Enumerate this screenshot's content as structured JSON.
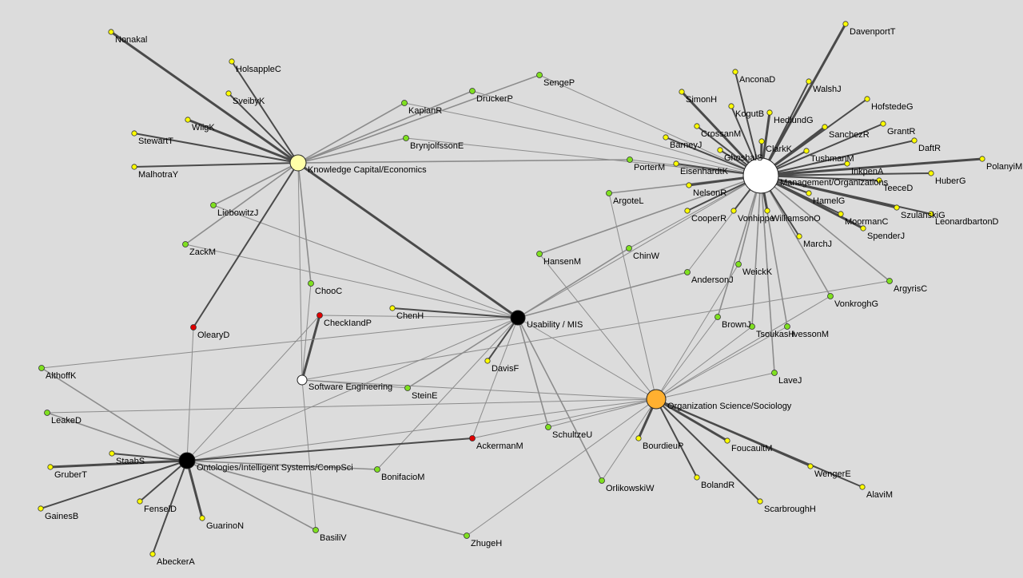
{
  "colors": {
    "background": "#dcdcdc",
    "single_hub_node": "#ffff00",
    "multi_hub_node": "#7fe020",
    "bridge_node": "#e00000",
    "edge_strong": "#4a4a4a",
    "edge_weak": "#8c8c8c"
  },
  "hubs": [
    {
      "id": "KC",
      "label": "Knowledge Capital/Economics",
      "color": "#ffffa8"
    },
    {
      "id": "MO",
      "label": "Management/Organizations",
      "color": "#ffffff"
    },
    {
      "id": "UM",
      "label": "Usability / MIS",
      "color": "#000000"
    },
    {
      "id": "OS",
      "label": "Organization Science/Sociology",
      "color": "#ffb030"
    },
    {
      "id": "ON",
      "label": "Ontologies/Intelligent Systems/CompSci",
      "color": "#000000"
    },
    {
      "id": "SE",
      "label": "Software Engineering",
      "color": "#ffffff"
    }
  ],
  "nodes": [
    {
      "id": "Nonakal",
      "label": "Nonakal",
      "type": "single",
      "links": [
        "UM"
      ]
    },
    {
      "id": "HolsappleC",
      "label": "HolsappleC",
      "type": "single",
      "links": [
        "KC"
      ]
    },
    {
      "id": "SveibyK",
      "label": "SveibyK",
      "type": "single",
      "links": [
        "KC"
      ]
    },
    {
      "id": "WiigK",
      "label": "WiigK",
      "type": "single",
      "links": [
        "KC"
      ]
    },
    {
      "id": "StewartT",
      "label": "StewartT",
      "type": "single",
      "links": [
        "KC"
      ]
    },
    {
      "id": "MalhotraY",
      "label": "MalhotraY",
      "type": "single",
      "links": [
        "KC"
      ]
    },
    {
      "id": "LiebowitzJ",
      "label": "LiebowitzJ",
      "type": "multi",
      "links": [
        "KC",
        "UM"
      ]
    },
    {
      "id": "ZackM",
      "label": "ZackM",
      "type": "multi",
      "links": [
        "KC",
        "UM"
      ]
    },
    {
      "id": "KaplanR",
      "label": "KaplanR",
      "type": "multi",
      "links": [
        "KC",
        "MO"
      ]
    },
    {
      "id": "DruckerP",
      "label": "DruckerP",
      "type": "multi",
      "links": [
        "KC",
        "MO"
      ]
    },
    {
      "id": "SengeP",
      "label": "SengeP",
      "type": "multi",
      "links": [
        "KC",
        "MO"
      ]
    },
    {
      "id": "BrynjolfssonE",
      "label": "BrynjolfssonE",
      "type": "multi",
      "links": [
        "KC",
        "MO"
      ]
    },
    {
      "id": "PorterM",
      "label": "PorterM",
      "type": "multi",
      "links": [
        "KC",
        "MO"
      ]
    },
    {
      "id": "EisenhardtK",
      "label": "EisenhardtK",
      "type": "single",
      "links": [
        "MO"
      ]
    },
    {
      "id": "ChooC",
      "label": "ChooC",
      "type": "multi",
      "links": [
        "KC",
        "SE"
      ]
    },
    {
      "id": "CheckIandP",
      "label": "CheckIandP",
      "type": "bridge",
      "links": [
        "SE",
        "ON",
        "UM"
      ]
    },
    {
      "id": "OlearyD",
      "label": "OlearyD",
      "type": "bridge",
      "links": [
        "KC",
        "ON"
      ]
    },
    {
      "id": "ChenH",
      "label": "ChenH",
      "type": "single",
      "links": [
        "UM"
      ]
    },
    {
      "id": "AlthoffK",
      "label": "AlthoffK",
      "type": "multi",
      "links": [
        "ON",
        "UM"
      ]
    },
    {
      "id": "LeakeD",
      "label": "LeakeD",
      "type": "multi",
      "links": [
        "ON",
        "OS"
      ]
    },
    {
      "id": "StaabS",
      "label": "StaabS",
      "type": "single",
      "links": [
        "ON"
      ]
    },
    {
      "id": "GruberT",
      "label": "GruberT",
      "type": "single",
      "links": [
        "ON"
      ]
    },
    {
      "id": "GainesB",
      "label": "GainesB",
      "type": "single",
      "links": [
        "ON"
      ]
    },
    {
      "id": "FenselD",
      "label": "FenselD",
      "type": "single",
      "links": [
        "ON"
      ]
    },
    {
      "id": "GuarinoN",
      "label": "GuarinoN",
      "type": "single",
      "links": [
        "ON"
      ]
    },
    {
      "id": "AbeckerA",
      "label": "AbeckerA",
      "type": "single",
      "links": [
        "ON"
      ]
    },
    {
      "id": "BasiliV",
      "label": "BasiliV",
      "type": "multi",
      "links": [
        "ON",
        "SE"
      ]
    },
    {
      "id": "BonifacioM",
      "label": "BonifacioM",
      "type": "multi",
      "links": [
        "ON",
        "UM"
      ]
    },
    {
      "id": "ZhugeH",
      "label": "ZhugeH",
      "type": "multi",
      "links": [
        "ON",
        "OS"
      ]
    },
    {
      "id": "AckermanM",
      "label": "AckermanM",
      "type": "bridge",
      "links": [
        "ON",
        "UM",
        "OS"
      ]
    },
    {
      "id": "SteinE",
      "label": "SteinE",
      "type": "multi",
      "links": [
        "UM",
        "SE"
      ]
    },
    {
      "id": "DavisF",
      "label": "DavisF",
      "type": "single",
      "links": [
        "UM"
      ]
    },
    {
      "id": "SchultzeU",
      "label": "SchultzeU",
      "type": "multi",
      "links": [
        "UM",
        "OS"
      ]
    },
    {
      "id": "OrlikowskiW",
      "label": "OrlikowskiW",
      "type": "multi",
      "links": [
        "UM",
        "OS"
      ]
    },
    {
      "id": "HansenM",
      "label": "HansenM",
      "type": "multi",
      "links": [
        "MO",
        "OS"
      ]
    },
    {
      "id": "ArgoteL",
      "label": "ArgoteL",
      "type": "multi",
      "links": [
        "MO",
        "OS"
      ]
    },
    {
      "id": "ChinW",
      "label": "ChinW",
      "type": "multi",
      "links": [
        "UM",
        "MO"
      ]
    },
    {
      "id": "AndersonJ",
      "label": "AndersonJ",
      "type": "multi",
      "links": [
        "UM",
        "MO"
      ]
    },
    {
      "id": "WeickK",
      "label": "WeickK",
      "type": "multi",
      "links": [
        "MO",
        "OS"
      ]
    },
    {
      "id": "BrownJ",
      "label": "BrownJ",
      "type": "multi",
      "links": [
        "MO",
        "OS"
      ]
    },
    {
      "id": "TsoukasH",
      "label": "TsoukasH",
      "type": "multi",
      "links": [
        "MO",
        "OS"
      ]
    },
    {
      "id": "IvessonM",
      "label": "IvessonM",
      "type": "multi",
      "links": [
        "MO",
        "OS"
      ]
    },
    {
      "id": "VonkroghG",
      "label": "VonkroghG",
      "type": "multi",
      "links": [
        "MO",
        "OS"
      ]
    },
    {
      "id": "ArgyrisC",
      "label": "ArgyrisC",
      "type": "multi",
      "links": [
        "MO",
        "SE"
      ]
    },
    {
      "id": "LaveJ",
      "label": "LaveJ",
      "type": "multi",
      "links": [
        "MO",
        "OS"
      ]
    },
    {
      "id": "BourdieuP",
      "label": "BourdieuP",
      "type": "single",
      "links": [
        "OS"
      ]
    },
    {
      "id": "BolandR",
      "label": "BolandR",
      "type": "single",
      "links": [
        "OS"
      ]
    },
    {
      "id": "ScarbroughH",
      "label": "ScarbroughH",
      "type": "single",
      "links": [
        "OS"
      ]
    },
    {
      "id": "FoucaultM",
      "label": "FoucaultM",
      "type": "single",
      "links": [
        "OS"
      ]
    },
    {
      "id": "WengerE",
      "label": "WengerE",
      "type": "single",
      "links": [
        "OS"
      ]
    },
    {
      "id": "AlaviM",
      "label": "AlaviM",
      "type": "single",
      "links": [
        "OS"
      ]
    },
    {
      "id": "DavenportT",
      "label": "DavenportT",
      "type": "single",
      "links": [
        "MO"
      ]
    },
    {
      "id": "AnconaD",
      "label": "AnconaD",
      "type": "single",
      "links": [
        "MO"
      ]
    },
    {
      "id": "WalshJ",
      "label": "WalshJ",
      "type": "single",
      "links": [
        "MO"
      ]
    },
    {
      "id": "SimonH",
      "label": "SimonH",
      "type": "single",
      "links": [
        "MO"
      ]
    },
    {
      "id": "KogutB",
      "label": "KogutB",
      "type": "single",
      "links": [
        "MO"
      ]
    },
    {
      "id": "HofstedeG",
      "label": "HofstedeG",
      "type": "single",
      "links": [
        "MO"
      ]
    },
    {
      "id": "HedlundG",
      "label": "HedlundG",
      "type": "single",
      "links": [
        "MO"
      ]
    },
    {
      "id": "GrantR",
      "label": "GrantR",
      "type": "single",
      "links": [
        "MO"
      ]
    },
    {
      "id": "CrossanM",
      "label": "CrossanM",
      "type": "single",
      "links": [
        "MO"
      ]
    },
    {
      "id": "SanchezR",
      "label": "SanchezR",
      "type": "single",
      "links": [
        "MO"
      ]
    },
    {
      "id": "DaftR",
      "label": "DaftR",
      "type": "single",
      "links": [
        "MO"
      ]
    },
    {
      "id": "BarneyJ",
      "label": "BarneyJ",
      "type": "single",
      "links": [
        "MO"
      ]
    },
    {
      "id": "ClarkK",
      "label": "ClarkK",
      "type": "single",
      "links": [
        "MO"
      ]
    },
    {
      "id": "GhoshalS",
      "label": "GhoshalS",
      "type": "single",
      "links": [
        "MO"
      ]
    },
    {
      "id": "TushmanM",
      "label": "TushmanM",
      "type": "single",
      "links": [
        "MO"
      ]
    },
    {
      "id": "PolanyiM",
      "label": "PolanyiM",
      "type": "single",
      "links": [
        "MO"
      ]
    },
    {
      "id": "InkpenA",
      "label": "InkpenA",
      "type": "single",
      "links": [
        "MO"
      ]
    },
    {
      "id": "HuberG",
      "label": "HuberG",
      "type": "single",
      "links": [
        "MO"
      ]
    },
    {
      "id": "NelsonR",
      "label": "NelsonR",
      "type": "single",
      "links": [
        "MO"
      ]
    },
    {
      "id": "TeeceD",
      "label": "TeeceD",
      "type": "single",
      "links": [
        "MO"
      ]
    },
    {
      "id": "HamelG",
      "label": "HamelG",
      "type": "single",
      "links": [
        "MO"
      ]
    },
    {
      "id": "SzulanskiG",
      "label": "SzulanskiG",
      "type": "single",
      "links": [
        "MO"
      ]
    },
    {
      "id": "LeonardbartonD",
      "label": "LeonardbartonD",
      "type": "single",
      "links": [
        "MO"
      ]
    },
    {
      "id": "MoormanC",
      "label": "MoormanC",
      "type": "single",
      "links": [
        "MO"
      ]
    },
    {
      "id": "SpenderJ",
      "label": "SpenderJ",
      "type": "single",
      "links": [
        "MO"
      ]
    },
    {
      "id": "CooperR",
      "label": "CooperR",
      "type": "single",
      "links": [
        "MO"
      ]
    },
    {
      "id": "VonhippelE",
      "label": "Vonhippe",
      "type": "single",
      "links": [
        "MO"
      ]
    },
    {
      "id": "WilliamsonO",
      "label": "WilliamsonO",
      "type": "single",
      "links": [
        "MO"
      ]
    },
    {
      "id": "MarchJ",
      "label": "MarchJ",
      "type": "single",
      "links": [
        "MO"
      ]
    }
  ],
  "hub_links": [
    [
      "KC",
      "UM"
    ],
    [
      "KC",
      "SE"
    ],
    [
      "UM",
      "OS"
    ],
    [
      "UM",
      "MO"
    ],
    [
      "ON",
      "UM"
    ],
    [
      "SE",
      "OS"
    ],
    [
      "ON",
      "OS"
    ]
  ]
}
